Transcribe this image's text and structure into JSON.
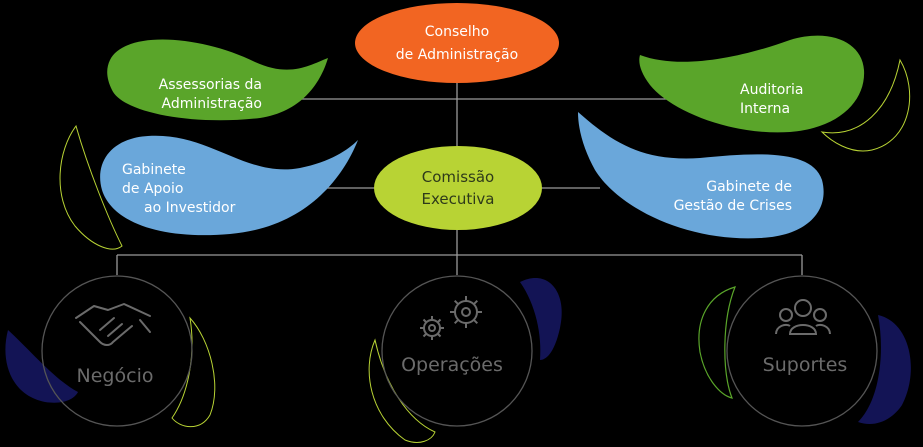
{
  "nodes": {
    "board": {
      "line1": "Conselho",
      "line2": "de Administração"
    },
    "advisory": {
      "line1": "Assessorias da",
      "line2": "Administração"
    },
    "audit": {
      "line1": "Auditoria",
      "line2": "Interna"
    },
    "investor": {
      "line1": "Gabinete",
      "line2": "de Apoio",
      "line3": "ao Investidor"
    },
    "executive": {
      "line1": "Comissão",
      "line2": "Executiva"
    },
    "crisis": {
      "line1": "Gabinete de",
      "line2": "Gestão de Crises"
    },
    "business": {
      "label": "Negócio",
      "icon": "handshake-icon"
    },
    "operations": {
      "label": "Operações",
      "icon": "gears-icon"
    },
    "supports": {
      "label": "Suportes",
      "icon": "people-group-icon"
    }
  },
  "colors": {
    "background": "#000000",
    "orange": "#f26522",
    "green": "#5aa52a",
    "blue": "#6aa7da",
    "lime": "#b8d334",
    "navy": "#131455",
    "grey": "#6b6b6b",
    "connector": "#9a9a9a"
  }
}
